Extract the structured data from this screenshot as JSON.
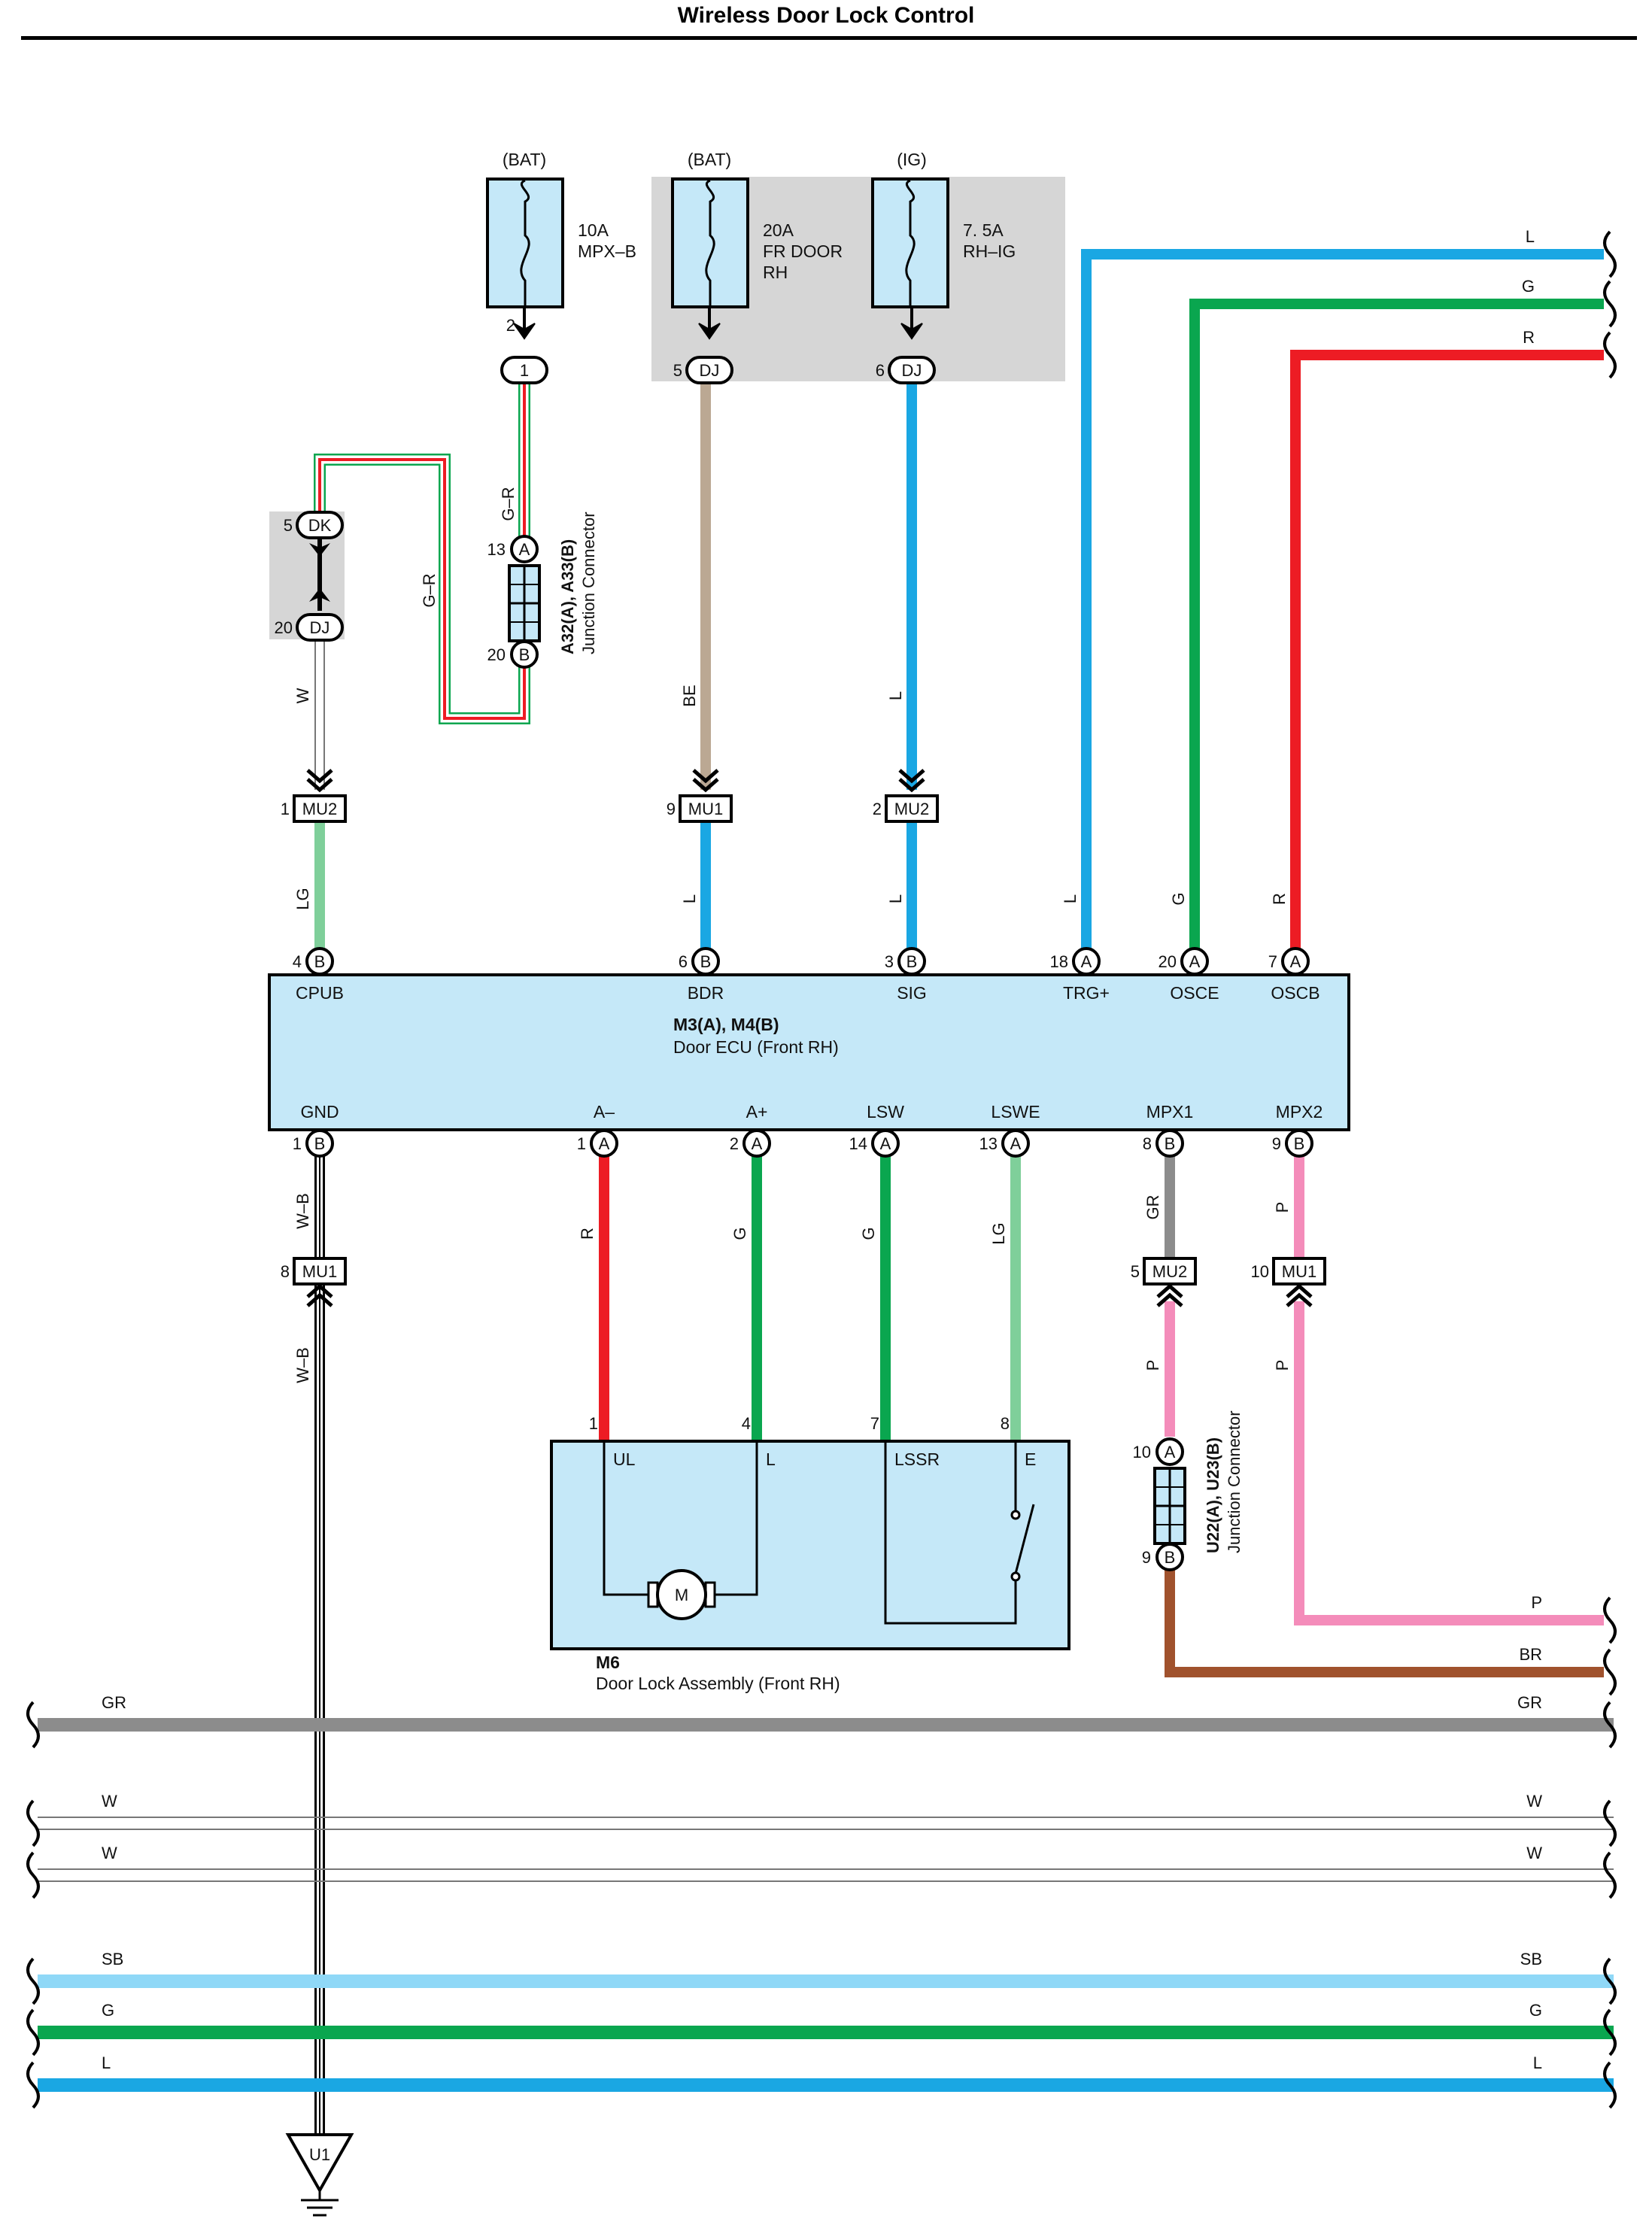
{
  "title": "Wireless Door Lock Control",
  "colors": {
    "L": "#1aa7e3",
    "G": "#0aa64f",
    "R": "#ed1c24",
    "BE": "#bba893",
    "LG": "#7fcf9a",
    "GR": "#8c8c8c",
    "P": "#f48cba",
    "BR": "#a0522d",
    "SB": "#8fd8f7",
    "W": "#ffffff",
    "box": "#c5e8f8",
    "shade": "#d6d6d6"
  },
  "fuses": [
    {
      "id": "fuse-mpx-b",
      "supply": "(BAT)",
      "rating": "10A",
      "name1": "MPX–B",
      "name2": "",
      "name3": "",
      "pin": "2",
      "conn": "1",
      "connpin": ""
    },
    {
      "id": "fuse-fr-door",
      "supply": "(BAT)",
      "rating": "20A",
      "name1": "FR DOOR",
      "name2": "RH",
      "name3": "",
      "pin": "5",
      "conn": "DJ",
      "connpin": ""
    },
    {
      "id": "fuse-rh-ig",
      "supply": "(IG)",
      "rating": "7. 5A",
      "name1": "RH–IG",
      "name2": "",
      "name3": "",
      "pin": "6",
      "conn": "DJ",
      "connpin": ""
    }
  ],
  "junction1": {
    "code": "A32(A), A33(B)",
    "name": "Junction Connector",
    "pinTop": "13",
    "connTop": "A",
    "pinBot": "20",
    "connBot": "B"
  },
  "junction2": {
    "code": "U22(A), U23(B)",
    "name": "Junction Connector",
    "pinTop": "10",
    "connTop": "A",
    "pinBot": "9",
    "connBot": "B"
  },
  "dk": {
    "pinTop": "5",
    "connTop": "DK",
    "pinBot": "20",
    "connBot": "DJ"
  },
  "upper_connectors": [
    {
      "pin": "1",
      "conn": "MU2"
    },
    {
      "pin": "9",
      "conn": "MU1"
    },
    {
      "pin": "2",
      "conn": "MU2"
    }
  ],
  "ecu": {
    "code": "M3(A), M4(B)",
    "name": "Door ECU (Front RH)",
    "top_terminals": [
      {
        "pin": "4",
        "conn": "B",
        "label": "CPUB",
        "wire": "LG"
      },
      {
        "pin": "6",
        "conn": "B",
        "label": "BDR",
        "wire": "L"
      },
      {
        "pin": "3",
        "conn": "B",
        "label": "SIG",
        "wire": "L"
      },
      {
        "pin": "18",
        "conn": "A",
        "label": "TRG+",
        "wire": "L"
      },
      {
        "pin": "20",
        "conn": "A",
        "label": "OSCE",
        "wire": "G"
      },
      {
        "pin": "7",
        "conn": "A",
        "label": "OSCB",
        "wire": "R"
      }
    ],
    "bottom_terminals": [
      {
        "pin": "1",
        "conn": "B",
        "label": "GND",
        "wire": "W–B"
      },
      {
        "pin": "1",
        "conn": "A",
        "label": "A–",
        "wire": "R"
      },
      {
        "pin": "2",
        "conn": "A",
        "label": "A+",
        "wire": "G"
      },
      {
        "pin": "14",
        "conn": "A",
        "label": "LSW",
        "wire": "G"
      },
      {
        "pin": "13",
        "conn": "A",
        "label": "LSWE",
        "wire": "LG"
      },
      {
        "pin": "8",
        "conn": "B",
        "label": "MPX1",
        "wire": "GR"
      },
      {
        "pin": "9",
        "conn": "B",
        "label": "MPX2",
        "wire": "P"
      }
    ]
  },
  "wire_labels_upper": {
    "gr1": "G–R",
    "gr2": "G–R",
    "w": "W",
    "be": "BE",
    "l1": "L",
    "lg": "LG",
    "l2": "L",
    "l3": "L",
    "l4": "L",
    "g": "G",
    "r": "R"
  },
  "wire_labels_lower": {
    "wb1": "W–B",
    "wb2": "W–B",
    "r": "R",
    "g1": "G",
    "g2": "G",
    "lg": "LG",
    "gr": "GR",
    "p1": "P",
    "p2": "P",
    "p3": "P"
  },
  "lower_connectors": [
    {
      "pin": "8",
      "conn": "MU1"
    },
    {
      "pin": "5",
      "conn": "MU2"
    },
    {
      "pin": "10",
      "conn": "MU1"
    }
  ],
  "lock": {
    "code": "M6",
    "name": "Door Lock Assembly (Front RH)",
    "pins": [
      {
        "pin": "1",
        "label": "UL"
      },
      {
        "pin": "4",
        "label": "L"
      },
      {
        "pin": "7",
        "label": "LSSR"
      },
      {
        "pin": "8",
        "label": "E"
      }
    ],
    "motor": "M"
  },
  "ground": {
    "label": "U1"
  },
  "right_wires_top": [
    {
      "label": "L",
      "color": "L"
    },
    {
      "label": "G",
      "color": "G"
    },
    {
      "label": "R",
      "color": "R"
    }
  ],
  "right_wires_mid": [
    {
      "label": "P",
      "color": "P"
    },
    {
      "label": "BR",
      "color": "BR"
    }
  ],
  "bus_wires": [
    {
      "left": "GR",
      "right": "GR",
      "color": "GR"
    },
    {
      "left": "W",
      "right": "W",
      "color": "W"
    },
    {
      "left": "W",
      "right": "W",
      "color": "W"
    },
    {
      "left": "SB",
      "right": "SB",
      "color": "SB"
    },
    {
      "left": "G",
      "right": "G",
      "color": "G"
    },
    {
      "left": "L",
      "right": "L",
      "color": "L"
    }
  ]
}
